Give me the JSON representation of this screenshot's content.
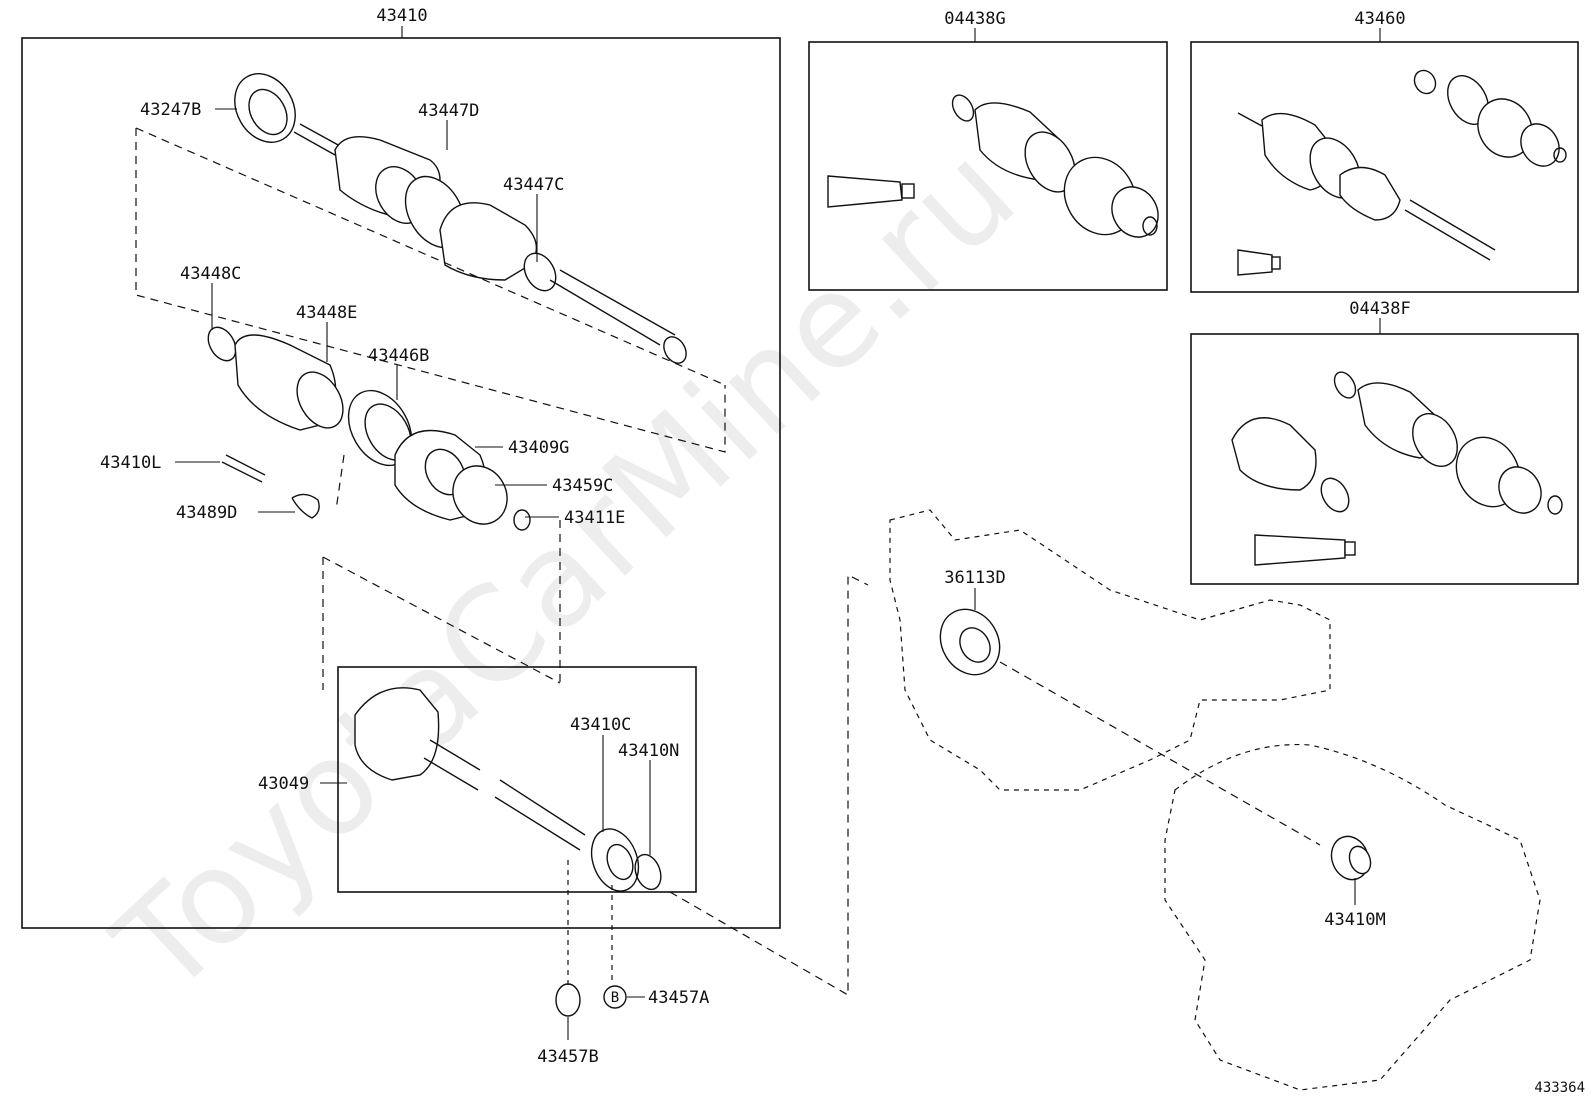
{
  "labels": {
    "main_assembly": "43410",
    "kit_top_middle": "04438G",
    "kit_top_right": "43460",
    "kit_mid_right": "04438F",
    "p_43247B": "43247B",
    "p_43447D": "43447D",
    "p_43447C": "43447C",
    "p_43448C": "43448C",
    "p_43448E": "43448E",
    "p_43446B": "43446B",
    "p_43409G": "43409G",
    "p_43459C": "43459C",
    "p_43411E": "43411E",
    "p_43410L": "43410L",
    "p_43489D": "43489D",
    "p_43049": "43049",
    "p_43410C": "43410C",
    "p_43410N": "43410N",
    "p_43457A": "43457A",
    "p_43457A_marker": "B",
    "p_43457B": "43457B",
    "p_36113D": "36113D",
    "p_43410M": "43410M"
  },
  "watermark": "ToyotaCarMine.ru",
  "figure_number": "433364",
  "colors": {
    "line": "#111111",
    "background": "#ffffff",
    "watermark": "#000000"
  }
}
